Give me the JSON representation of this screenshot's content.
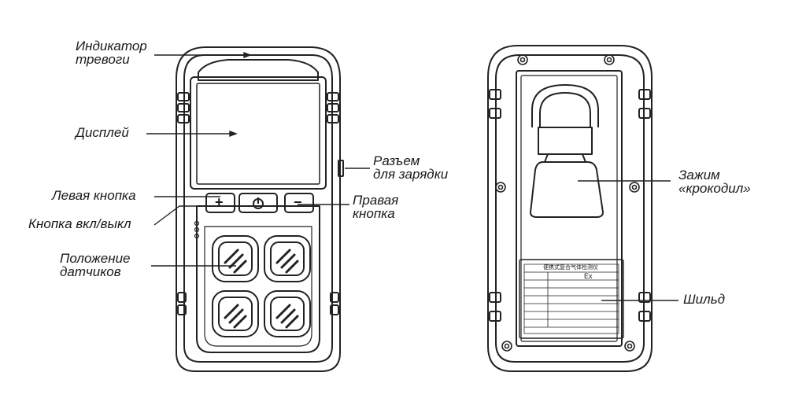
{
  "labels": {
    "alarm_indicator": [
      "Индикатор",
      "тревоги"
    ],
    "display": "Дисплей",
    "charging_port": [
      "Разъем",
      "для зарядки"
    ],
    "left_button": "Левая кнопка",
    "power_button": "Кнопка вкл/выкл",
    "right_button": [
      "Правая",
      "кнопка"
    ],
    "sensor_position": [
      "Положение",
      "датчиков"
    ],
    "clip": [
      "Зажим",
      "«крокодил»"
    ],
    "nameplate": "Шильд"
  },
  "device_buttons": {
    "left_symbol": "+",
    "right_symbol": "−"
  },
  "nameplate_plate": {
    "title": "便携式复合气体检测仪",
    "ex_mark": "Ex"
  }
}
